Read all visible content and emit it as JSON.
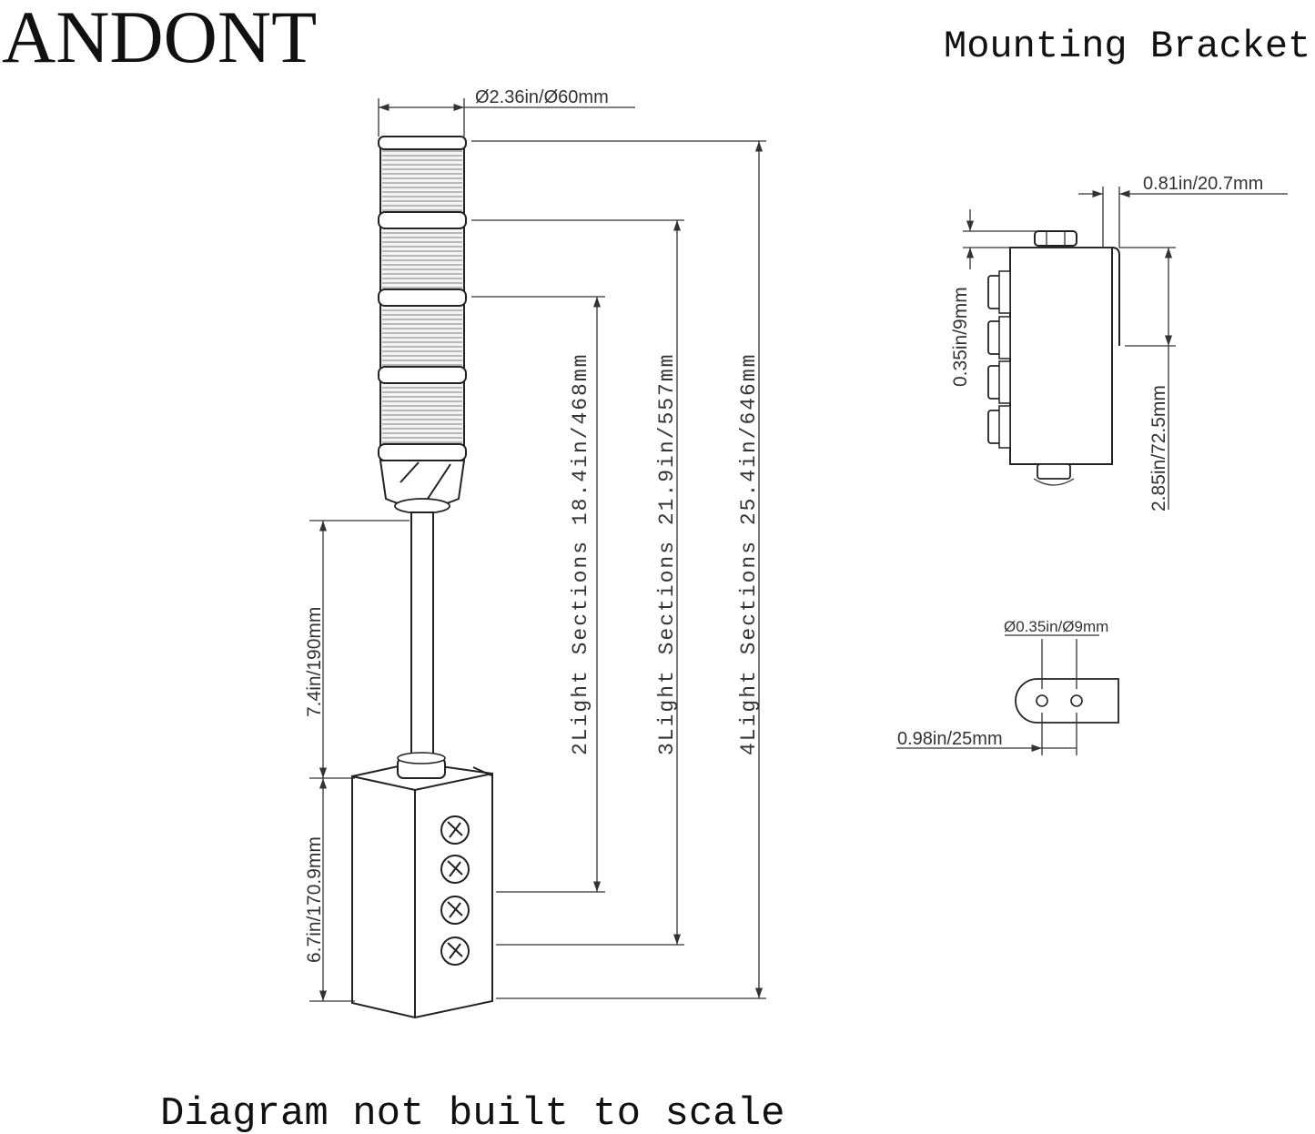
{
  "brand": "ANDONT",
  "bracket_heading": "Mounting Bracket:",
  "footer_note": "Diagram not built to scale",
  "tower": {
    "diameter": "Ø2.36in/Ø60mm",
    "pole_length": "7.4in/190mm",
    "box_height": "6.7in/170.9mm",
    "height_2_sections": "2Light Sections 18.4in/468mm",
    "height_3_sections": "3Light Sections 21.9in/557mm",
    "height_4_sections": "4Light Sections 25.4in/646mm"
  },
  "bracket": {
    "flange_width": "0.81in/20.7mm",
    "offset": "0.35in/9mm",
    "length": "2.85in/72.5mm",
    "hole_diameter": "Ø0.35in/Ø9mm",
    "hole_spacing": "0.98in/25mm"
  }
}
